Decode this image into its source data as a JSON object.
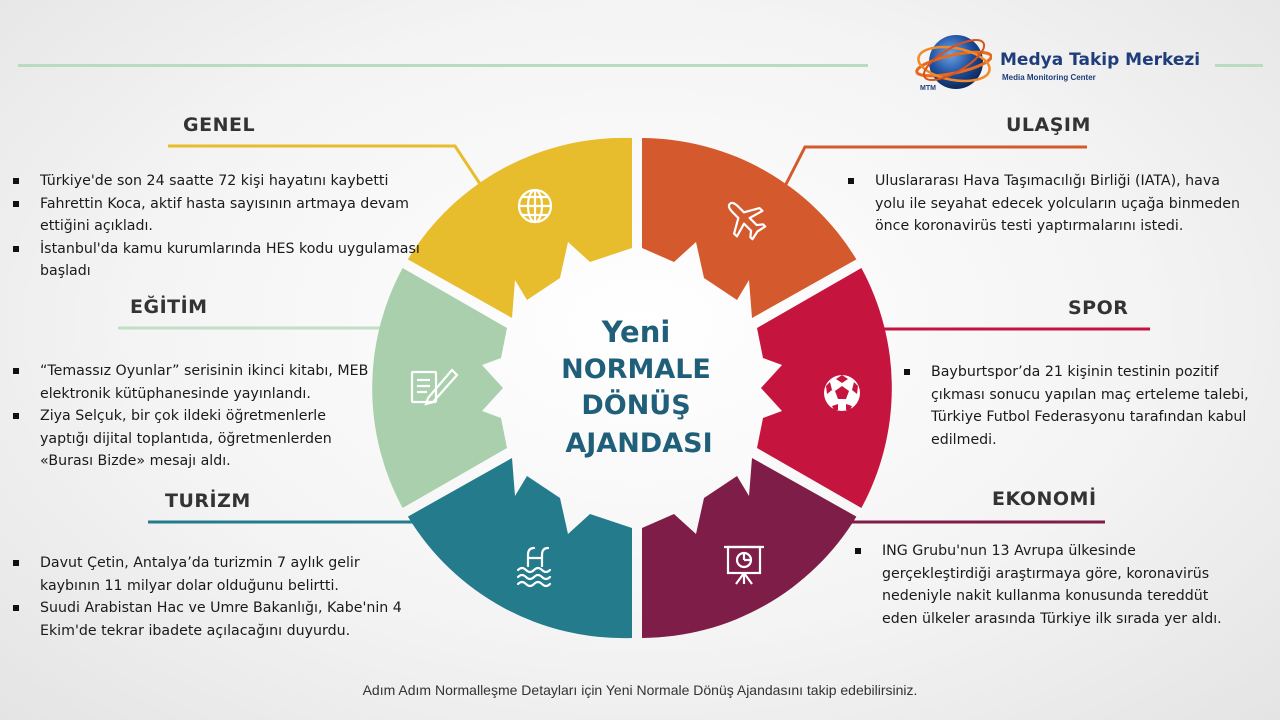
{
  "logo": {
    "title": "Medya Takip Merkezi",
    "subtitle": "Media Monitoring Center",
    "abbr": "MTM"
  },
  "center": {
    "lines": [
      "Yeni",
      "NORMALE",
      "DÖNÜŞ",
      "AJANDASI"
    ]
  },
  "colors": {
    "genel": "#e8bd2d",
    "ulasim": "#d45a2e",
    "spor": "#c5153f",
    "ekonomi": "#7e1d48",
    "turizm": "#247b8c",
    "egitim": "#a9cfad",
    "divider": "#bfe0c6",
    "center_text": "#1f5f7a"
  },
  "sections": {
    "genel": {
      "title": "GENEL",
      "icon": "globe-icon",
      "items": [
        "Türkiye'de son 24 saatte 72 kişi hayatını kaybetti",
        "Fahrettin Koca, aktif hasta sayısının artmaya devam ettiğini açıkladı.",
        "İstanbul'da kamu kurumlarında HES kodu uygulaması başladı"
      ]
    },
    "ulasim": {
      "title": "ULAŞIM",
      "icon": "airplane-icon",
      "items": [
        "Uluslararası Hava Taşımacılığı Birliği (IATA), hava yolu ile seyahat edecek yolcuların uçağa binmeden önce koronavirüs testi yaptırmalarını istedi."
      ]
    },
    "spor": {
      "title": "SPOR",
      "icon": "soccer-ball-icon",
      "items": [
        "Bayburtspor’da 21 kişinin testinin pozitif çıkması sonucu yapılan maç erteleme talebi, Türkiye Futbol Federasyonu tarafından kabul edilmedi."
      ]
    },
    "egitim": {
      "title": "EĞİTİM",
      "icon": "notepad-pen-icon",
      "items": [
        "“Temassız Oyunlar” serisinin ikinci kitabı, MEB elektronik kütüphanesinde yayınlandı.",
        "Ziya Selçuk, bir çok ildeki öğretmenlerle yaptığı dijital toplantıda, öğretmenlerden «Burası Bizde» mesajı aldı."
      ]
    },
    "turizm": {
      "title": "TURİZM",
      "icon": "swimming-pool-icon",
      "items": [
        "Davut Çetin, Antalya’da turizmin 7 aylık gelir kaybının 11 milyar dolar olduğunu belirtti.",
        "Suudi Arabistan Hac ve Umre Bakanlığı, Kabe'nin 4 Ekim'de tekrar ibadete açılacağını duyurdu."
      ]
    },
    "ekonomi": {
      "title": "EKONOMİ",
      "icon": "presentation-chart-icon",
      "items": [
        "ING Grubu'nun 13 Avrupa ülkesinde gerçekleştirdiği araştırmaya göre, koronavirüs nedeniyle nakit kullanma konusunda tereddüt eden ülkeler arasında Türkiye ilk sırada yer aldı."
      ]
    }
  },
  "footer": "Adım Adım Normalleşme Detayları için Yeni Normale Dönüş Ajandasını takip edebilirsiniz."
}
